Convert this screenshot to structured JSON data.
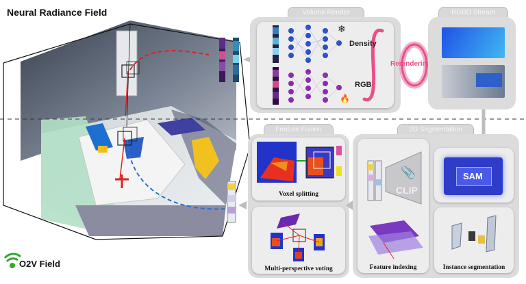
{
  "header": {
    "title": "Neural Radiance Field"
  },
  "logo": {
    "text": "O2V Field"
  },
  "volume_render": {
    "tab": "Volume Render",
    "density_label": "Density",
    "rgb_label": "RGB",
    "snowflake_icon": "snowflake-icon",
    "flame_icon": "flame-icon"
  },
  "rgbd_stream": {
    "tab": "RGBD Stream"
  },
  "rerendering_loss": {
    "label": "Rerendering Loss"
  },
  "feature_fusion": {
    "tab": "Feature Fusion",
    "voxel_caption": "Voxel splitting",
    "voting_caption": "Multi-perspective voting"
  },
  "segmentation_2d": {
    "tab": "2D Segmentation",
    "clip_label": "CLIP",
    "sam_label": "SAM",
    "feature_caption": "Feature indexing",
    "instance_caption": "Instance segmentation"
  },
  "colors": {
    "panel": "#dcdcdc",
    "loss_pink": "#e8508a",
    "sam_blue": "#2e3cc8",
    "arrow_red": "#e02020"
  }
}
